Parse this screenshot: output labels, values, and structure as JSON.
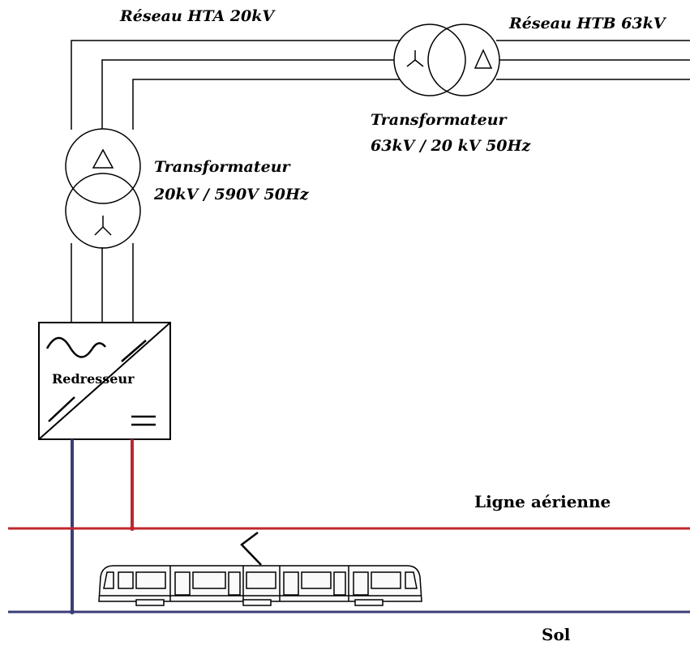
{
  "labels": {
    "hta_network": "Réseau HTA 20kV",
    "htb_network": "Réseau HTB 63kV",
    "transformer_top_title": "Transformateur",
    "transformer_top_spec": "63kV / 20 kV 50Hz",
    "transformer_left_title": "Transformateur",
    "transformer_left_spec": "20kV / 590V 50Hz",
    "rectifier": "Redresseur",
    "overhead_line": "Ligne aérienne",
    "ground": "Sol"
  },
  "colors": {
    "line_black": "#000000",
    "overhead_red": "#c0272d",
    "ground_blue": "#3b3d7a"
  }
}
